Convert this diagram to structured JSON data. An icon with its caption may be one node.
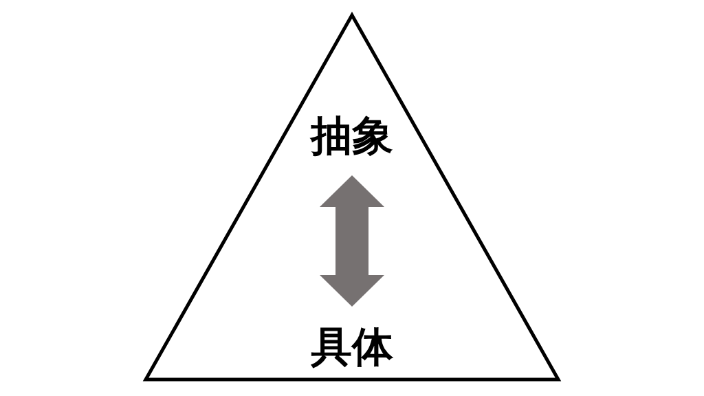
{
  "diagram": {
    "nodes": [
      {
        "text": [],
        "shape": "triangle"
      },
      {
        "text": [
          "抽象"
        ],
        "in": 0
      },
      {
        "text": [
          "具体"
        ],
        "in": 0
      }
    ],
    "edges": [
      {
        "from": 1,
        "to": 2,
        "arrow": "both",
        "color": "#767171"
      }
    ]
  }
}
